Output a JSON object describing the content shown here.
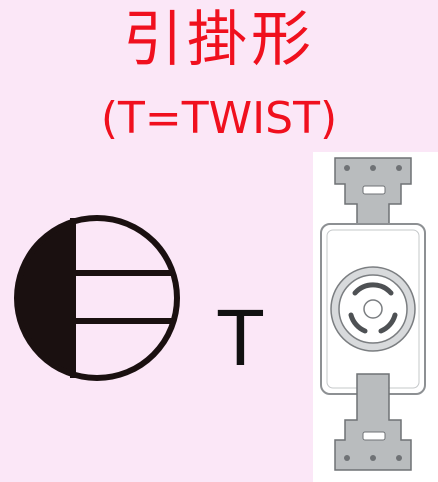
{
  "title": "引掛形",
  "subtitle": "(T=TWIST)",
  "symbol_letter": "T",
  "colors": {
    "background": "#fbe7f7",
    "title_text": "#f0101e",
    "symbol": "#1a1010",
    "plate_metal": "#b9bcbe"
  },
  "icons": {
    "outlet_symbol": "half-filled-circle-with-horizontal-lines",
    "outlet_image": "twist-lock-receptacle"
  }
}
